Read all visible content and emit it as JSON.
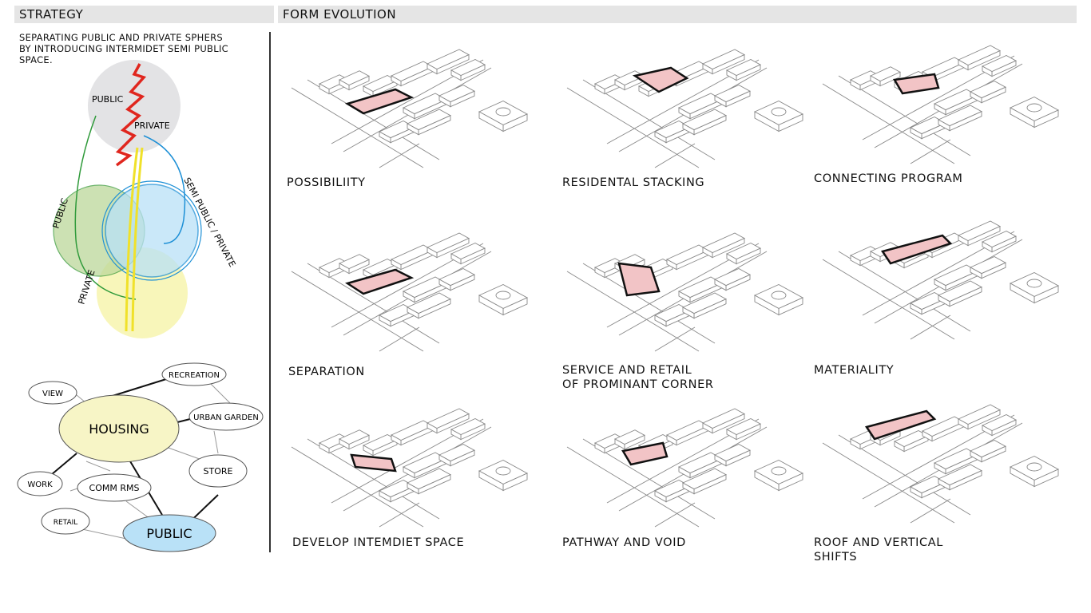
{
  "headers": {
    "strategy": "STRATEGY",
    "form_evolution": "FORM EVOLUTION"
  },
  "strategy": {
    "description": "SEPARATING PUBLIC AND PRIVATE SPHERS\nBY INTRODUCING INTERMIDET SEMI PUBLIC\nSPACE.",
    "venn": {
      "public_top": "PUBLIC",
      "private_top": "PRIVATE",
      "public_left": "PUBLIC",
      "private_bottom": "PRIVATE",
      "semi": "SEMI PUBLIC / PRIVATE"
    },
    "bubbles": {
      "recreation": "RECREATION",
      "view": "VIEW",
      "housing": "HOUSING",
      "urban_garden": "URBAN GARDEN",
      "store": "STORE",
      "work": "WORK",
      "comm_rms": "COMM RMS",
      "retail": "RETAIL",
      "public": "PUBLIC"
    }
  },
  "captions": [
    "POSSIBILIITY",
    "RESIDENTAL STACKING",
    "CONNECTING PROGRAM",
    "SEPARATION",
    "SERVICE AND RETAIL\nOF PROMINANT CORNER",
    "MATERIALITY",
    "DEVELOP INTEMDIET SPACE",
    "PATHWAY AND VOID",
    "ROOF AND VERTICAL\nSHIFTS"
  ],
  "colors": {
    "highlight": "#f2c4c6",
    "public_green": "#bcd89a",
    "semi_blue": "#b9e1f7",
    "private_yellow": "#f7f5b3",
    "zigzag": "#e0261e"
  }
}
